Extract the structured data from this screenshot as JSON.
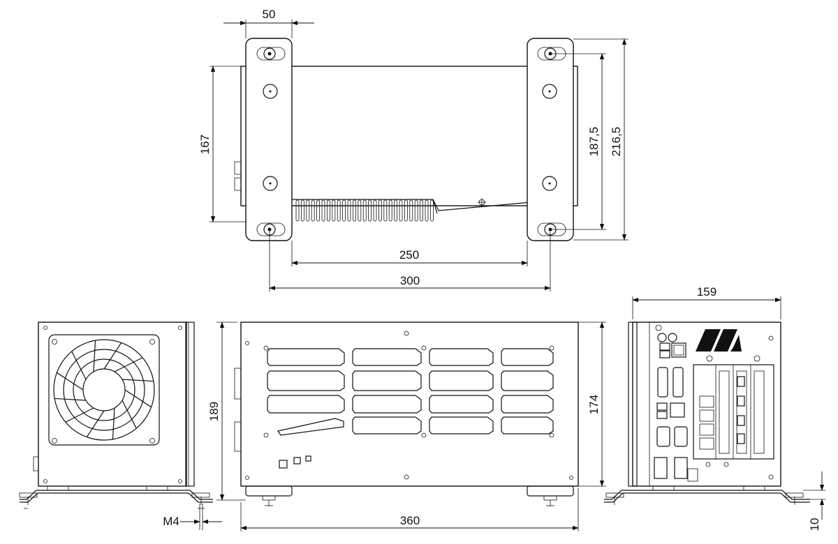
{
  "dimensions": {
    "bracket_width": "50",
    "depth_167": "167",
    "height_187_5": "187,5",
    "height_216_5": "216,5",
    "span_250": "250",
    "span_300": "300",
    "width_159": "159",
    "height_189": "189",
    "height_174": "174",
    "length_360": "360",
    "thread_m4": "M4",
    "foot_10": "10"
  },
  "icons": {
    "arrowhead": "filled-triangle-arrow",
    "screw": "crosshair-screw-hole"
  }
}
